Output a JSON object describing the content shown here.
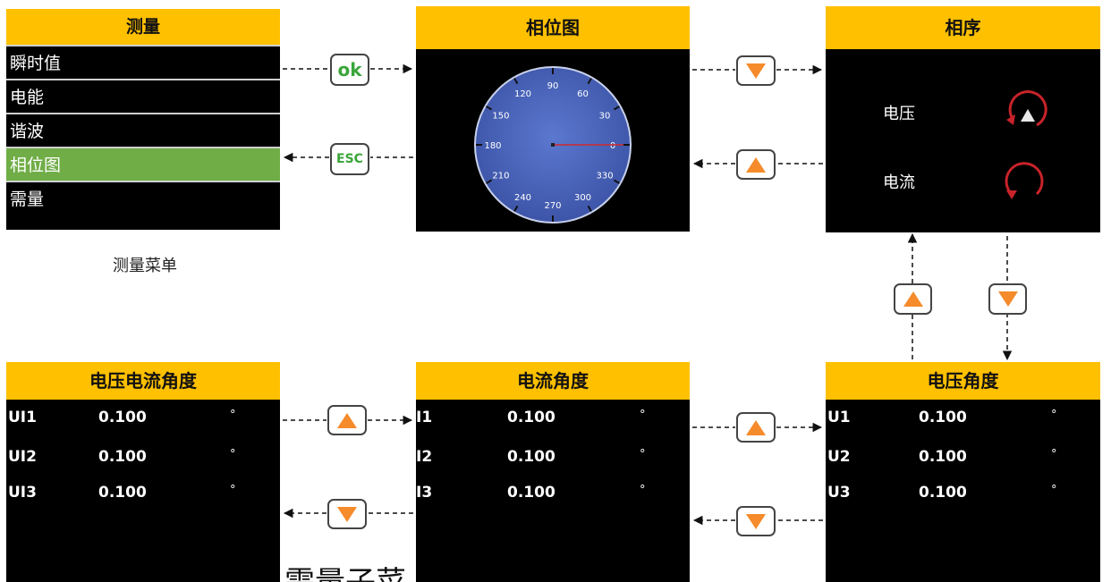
{
  "menu": {
    "title": "测量",
    "items": [
      "瞬时值",
      "电能",
      "谐波",
      "相位图",
      "需量"
    ],
    "selected_index": 3,
    "caption": "测量菜单"
  },
  "phase_diagram": {
    "title": "相位图",
    "dial_labels": [
      "90",
      "60",
      "30",
      "0",
      "330",
      "300",
      "270",
      "240",
      "210",
      "180",
      "150",
      "120"
    ]
  },
  "sequence": {
    "title": "相序",
    "voltage_label": "电压",
    "current_label": "电流"
  },
  "keys": {
    "ok": "ok",
    "esc": "ESC"
  },
  "ui_angle": {
    "title": "电压电流角度",
    "rows": [
      {
        "name": "UI1",
        "value": "0.100",
        "unit": "°"
      },
      {
        "name": "UI2",
        "value": "0.100",
        "unit": "°"
      },
      {
        "name": "UI3",
        "value": "0.100",
        "unit": "°"
      }
    ]
  },
  "i_angle": {
    "title": "电流角度",
    "rows": [
      {
        "name": "I1",
        "value": "0.100",
        "unit": "°"
      },
      {
        "name": "I2",
        "value": "0.100",
        "unit": "°"
      },
      {
        "name": "I3",
        "value": "0.100",
        "unit": "°"
      }
    ]
  },
  "u_angle": {
    "title": "电压角度",
    "rows": [
      {
        "name": "U1",
        "value": "0.100",
        "unit": "°"
      },
      {
        "name": "U2",
        "value": "0.100",
        "unit": "°"
      },
      {
        "name": "U3",
        "value": "0.100",
        "unit": "°"
      }
    ]
  },
  "footer_fragment": "需量子菜",
  "colors": {
    "header": "#ffc000",
    "selected": "#70ad47",
    "arrow_key": "#f58b2a",
    "dial": "#4a63b8",
    "pointer": "#d0282c"
  }
}
